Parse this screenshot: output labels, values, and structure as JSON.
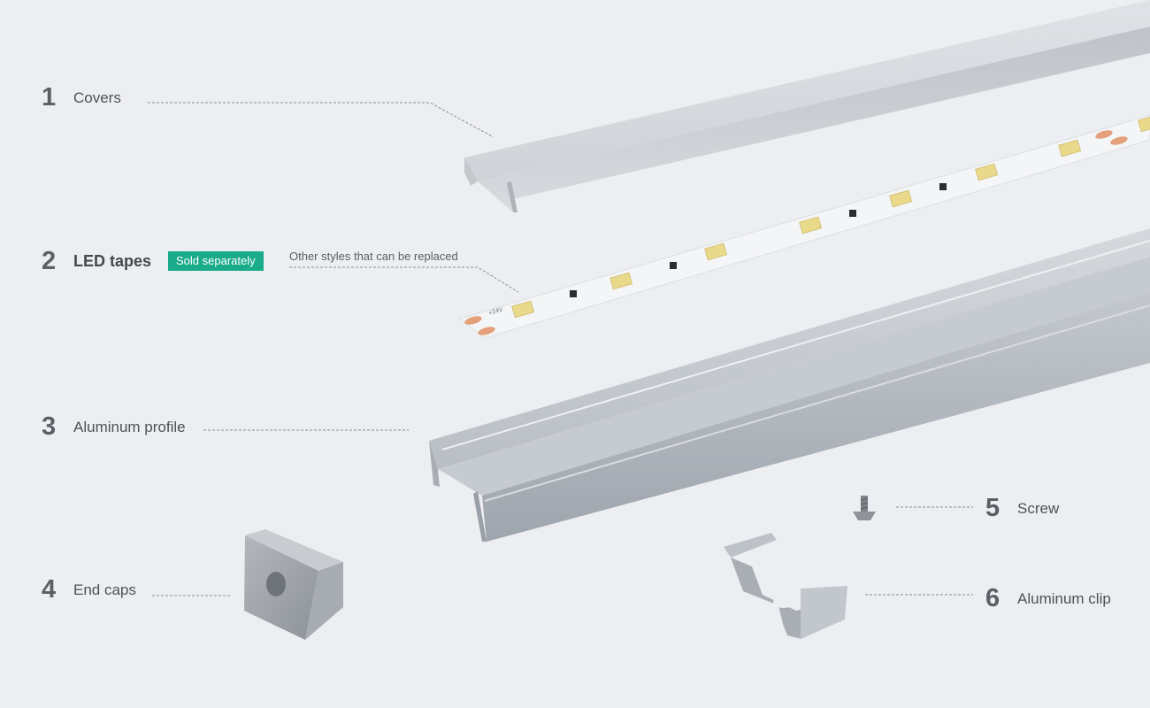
{
  "parts": [
    {
      "number": "1",
      "name": "Covers"
    },
    {
      "number": "2",
      "name": "LED tapes"
    },
    {
      "number": "3",
      "name": "Aluminum profile"
    },
    {
      "number": "4",
      "name": "End caps"
    },
    {
      "number": "5",
      "name": "Screw"
    },
    {
      "number": "6",
      "name": "Aluminum clip"
    }
  ],
  "led_badge": "Sold separately",
  "led_note": "Other styles that can be replaced",
  "tape_voltage_mark": "+24V",
  "colors": {
    "background": "#edeef1",
    "badge": "#1aab8a",
    "label_text": "#4d5158",
    "aluminum": "#b7bcc3",
    "cover": "#d9dce0",
    "led_chip": "#e9d98a",
    "copper_pad": "#e3a07a"
  }
}
